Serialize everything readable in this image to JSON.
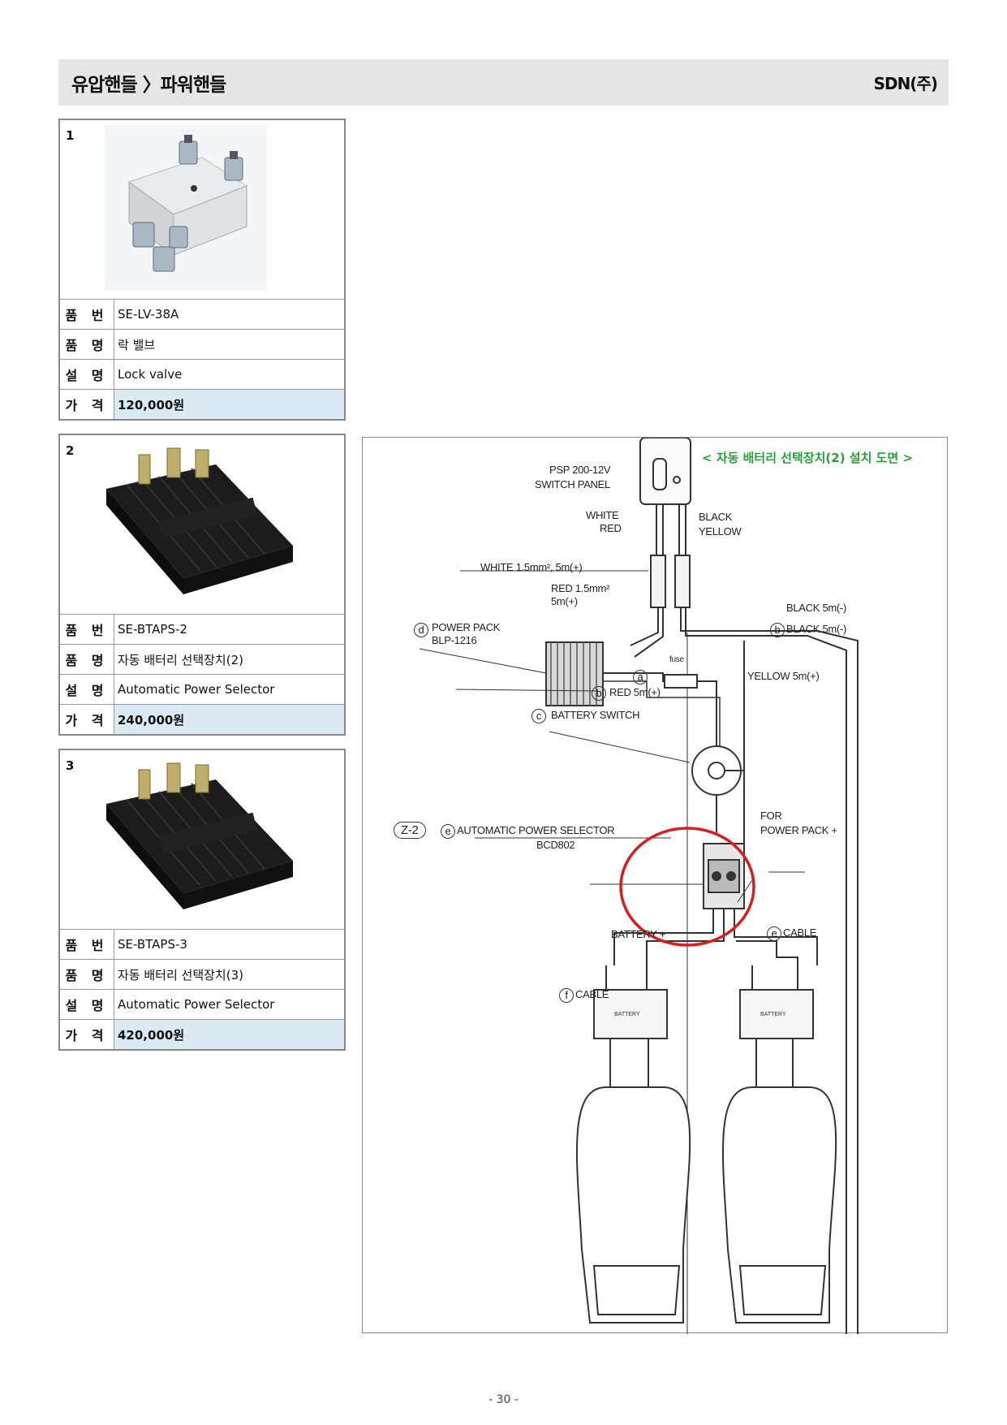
{
  "header": {
    "title": "유압핸들 〉파워핸들",
    "company": "SDN(주)"
  },
  "labels": {
    "part_no": "품 번",
    "name": "품 명",
    "desc": "설 명",
    "price": "가 격"
  },
  "products": [
    {
      "num": "1",
      "part_no": "SE-LV-38A",
      "name": "락 밸브",
      "desc": "Lock valve",
      "price": "120,000원"
    },
    {
      "num": "2",
      "part_no": "SE-BTAPS-2",
      "name": "자동 배터리 선택장치(2)",
      "desc": "Automatic Power Selector",
      "price": "240,000원"
    },
    {
      "num": "3",
      "part_no": "SE-BTAPS-3",
      "name": "자동 배터리 선택장치(3)",
      "desc": "Automatic Power Selector",
      "price": "420,000원"
    }
  ],
  "diagram": {
    "title": "< 자동 배터리 선택장치(2) 설치 도면 >",
    "labels": {
      "panel1": "PSP 200-12V",
      "panel2": "SWITCH PANEL",
      "white": "WHITE",
      "red": "RED",
      "black": "BLACK",
      "yellow": "YELLOW",
      "white_wire": "WHITE 1.5mm², 5m(+)",
      "red_wire1": "RED 1.5mm²",
      "red_wire2": "5m(+)",
      "power_pack1": "POWER PACK",
      "power_pack2": "BLP-1216",
      "black5m": "BLACK 5m(-)",
      "black5m_b": "BLACK 5m(-)",
      "fuse": "fuse",
      "yellow5m": "YELLOW 5m(+)",
      "red5m": "RED 5m(+)",
      "battery_switch": "BATTERY SWITCH",
      "z2": "Z-2",
      "aps1": "AUTOMATIC POWER SELECTOR",
      "aps2": "BCD802",
      "for1": "FOR",
      "for2": "POWER PACK +",
      "battery_plus": "BATTERY +",
      "cable_e": "CABLE",
      "cable_f": "CABLE",
      "battery": "BATTERY",
      "marker_a": "a",
      "marker_b": "b",
      "marker_c": "c",
      "marker_d": "d",
      "marker_e": "e",
      "marker_f": "f"
    }
  },
  "page_number": "- 30 -"
}
